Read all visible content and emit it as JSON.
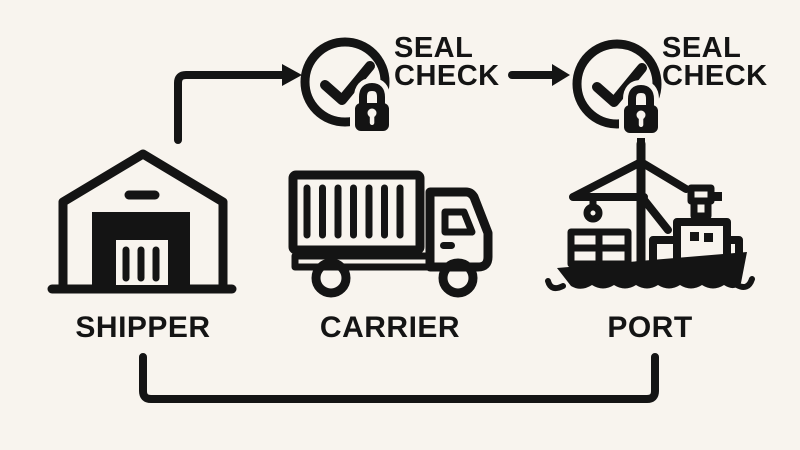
{
  "palette": {
    "background": "#f8f4ee",
    "ink": "#141414"
  },
  "checkpoints": [
    {
      "id": "seal-check-1",
      "line1": "SEAL",
      "line2": "CHECK"
    },
    {
      "id": "seal-check-2",
      "line1": "SEAL",
      "line2": "CHECK"
    }
  ],
  "nodes": [
    {
      "id": "shipper",
      "label": "SHIPPER",
      "icon": "warehouse-icon"
    },
    {
      "id": "carrier",
      "label": "CARRIER",
      "icon": "truck-icon"
    },
    {
      "id": "port",
      "label": "PORT",
      "icon": "ship-icon"
    }
  ],
  "edges": [
    {
      "from": "shipper",
      "to": "seal-check-1",
      "style": "elbow-arrow"
    },
    {
      "from": "seal-check-1",
      "to": "seal-check-2",
      "style": "arrow"
    },
    {
      "from": "seal-check-2",
      "to": "port",
      "style": "line"
    },
    {
      "from": "shipper",
      "to": "port",
      "style": "bottom-bracket"
    }
  ]
}
